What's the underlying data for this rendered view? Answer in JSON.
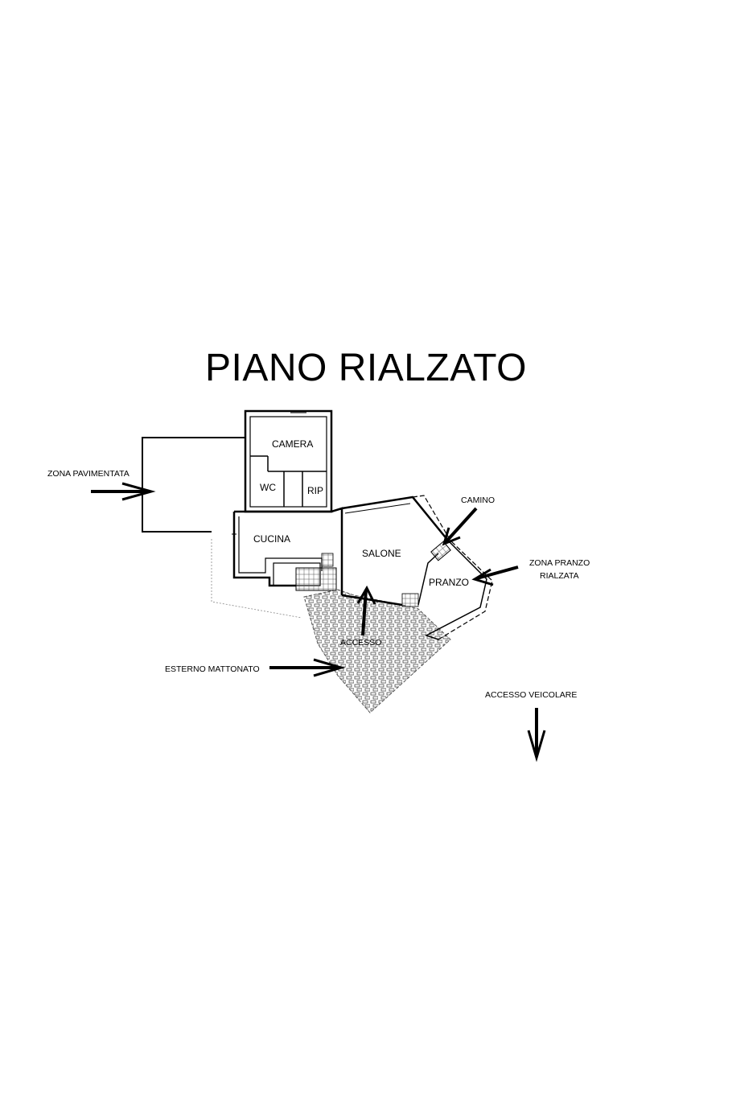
{
  "title": "PIANO RIALZATO",
  "rooms": {
    "camera": "CAMERA",
    "wc": "WC",
    "rip": "RIP",
    "cucina": "CUCINA",
    "salone": "SALONE",
    "pranzo": "PRANZO"
  },
  "annotations": {
    "zona_pavimentata": "ZONA PAVIMENTATA",
    "camino": "CAMINO",
    "zona_pranzo_line1": "ZONA PRANZO",
    "zona_pranzo_line2": "RIALZATA",
    "accesso": "ACCESSO",
    "esterno_mattonato": "ESTERNO MATTONATO",
    "accesso_veicolare": "ACCESSO VEICOLARE"
  },
  "colors": {
    "ink": "#000000",
    "background": "#ffffff"
  }
}
